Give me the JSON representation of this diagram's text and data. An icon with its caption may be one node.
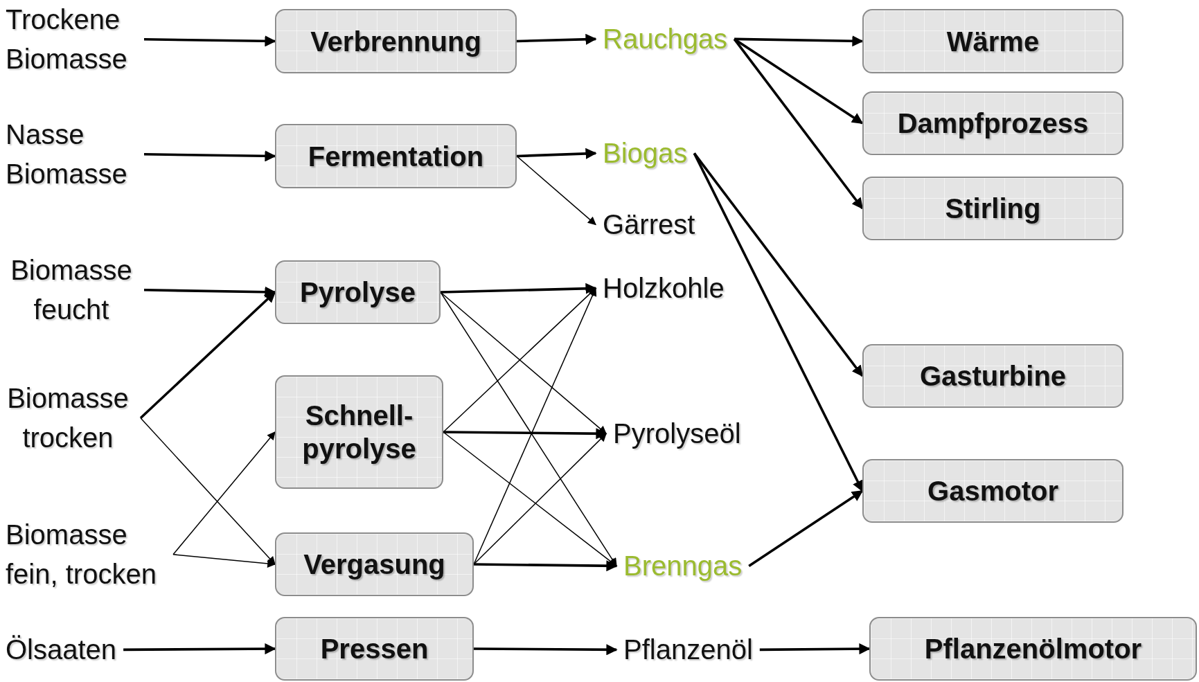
{
  "diagram": {
    "nodes": [
      {
        "text": [
          "Trockene Biomasse"
        ]
      },
      {
        "text": [
          "Verbrennung"
        ]
      },
      {
        "text": [
          "Rauchgas"
        ]
      },
      {
        "text": [
          "Wärme"
        ]
      },
      {
        "text": [
          "Nasse Biomasse"
        ]
      },
      {
        "text": [
          "Fermentation"
        ]
      },
      {
        "text": [
          "Biogas"
        ]
      },
      {
        "text": [
          "Dampfprozess"
        ]
      },
      {
        "text": [
          "Gärrest"
        ]
      },
      {
        "text": [
          "Stirling"
        ]
      },
      {
        "text": [
          "Biomasse feucht"
        ]
      },
      {
        "text": [
          "Pyrolyse"
        ]
      },
      {
        "text": [
          "Holzkohle"
        ]
      },
      {
        "text": [
          "Biomasse trocken"
        ]
      },
      {
        "text": [
          "Schnell- pyrolyse"
        ]
      },
      {
        "text": [
          "Gasturbine"
        ]
      },
      {
        "text": [
          "Pyrolyseöl"
        ]
      },
      {
        "text": [
          "Biomasse fein, trocken"
        ]
      },
      {
        "text": [
          "Vergasung"
        ]
      },
      {
        "text": [
          "Gasmotor"
        ]
      },
      {
        "text": [
          "Brenngas"
        ]
      },
      {
        "text": [
          "Ölsaaten"
        ]
      },
      {
        "text": [
          "Pressen"
        ]
      },
      {
        "text": [
          "Pflanzenöl"
        ]
      },
      {
        "text": [
          "Pflanzenölmotor"
        ]
      }
    ],
    "edges": [
      {
        "from": 0,
        "to": 1,
        "arrow": "to"
      },
      {
        "from": 1,
        "to": 2,
        "arrow": "to"
      },
      {
        "from": 2,
        "to": 3,
        "arrow": "to"
      },
      {
        "from": 2,
        "to": 7,
        "arrow": "to"
      },
      {
        "from": 2,
        "to": 9,
        "arrow": "to"
      },
      {
        "from": 4,
        "to": 5,
        "arrow": "to"
      },
      {
        "from": 5,
        "to": 6,
        "arrow": "to"
      },
      {
        "from": 5,
        "to": 8,
        "arrow": "to"
      },
      {
        "from": 6,
        "to": 15,
        "arrow": "to"
      },
      {
        "from": 6,
        "to": 19,
        "arrow": "to"
      },
      {
        "from": 10,
        "to": 11,
        "arrow": "to"
      },
      {
        "from": 13,
        "to": 11,
        "arrow": "to"
      },
      {
        "from": 13,
        "to": 18,
        "arrow": "to"
      },
      {
        "from": 17,
        "to": 14,
        "arrow": "to"
      },
      {
        "from": 17,
        "to": 18,
        "arrow": "to"
      },
      {
        "from": 11,
        "to": 12,
        "arrow": "to"
      },
      {
        "from": 11,
        "to": 16,
        "arrow": "to"
      },
      {
        "from": 11,
        "to": 20,
        "arrow": "to"
      },
      {
        "from": 14,
        "to": 12,
        "arrow": "to"
      },
      {
        "from": 14,
        "to": 16,
        "arrow": "to"
      },
      {
        "from": 14,
        "to": 20,
        "arrow": "to"
      },
      {
        "from": 18,
        "to": 12,
        "arrow": "to"
      },
      {
        "from": 18,
        "to": 16,
        "arrow": "to"
      },
      {
        "from": 18,
        "to": 20,
        "arrow": "to"
      },
      {
        "from": 20,
        "to": 19,
        "arrow": "to"
      },
      {
        "from": 21,
        "to": 22,
        "arrow": "to"
      },
      {
        "from": 22,
        "to": 23,
        "arrow": "to"
      },
      {
        "from": 23,
        "to": 24,
        "arrow": "to"
      }
    ]
  }
}
